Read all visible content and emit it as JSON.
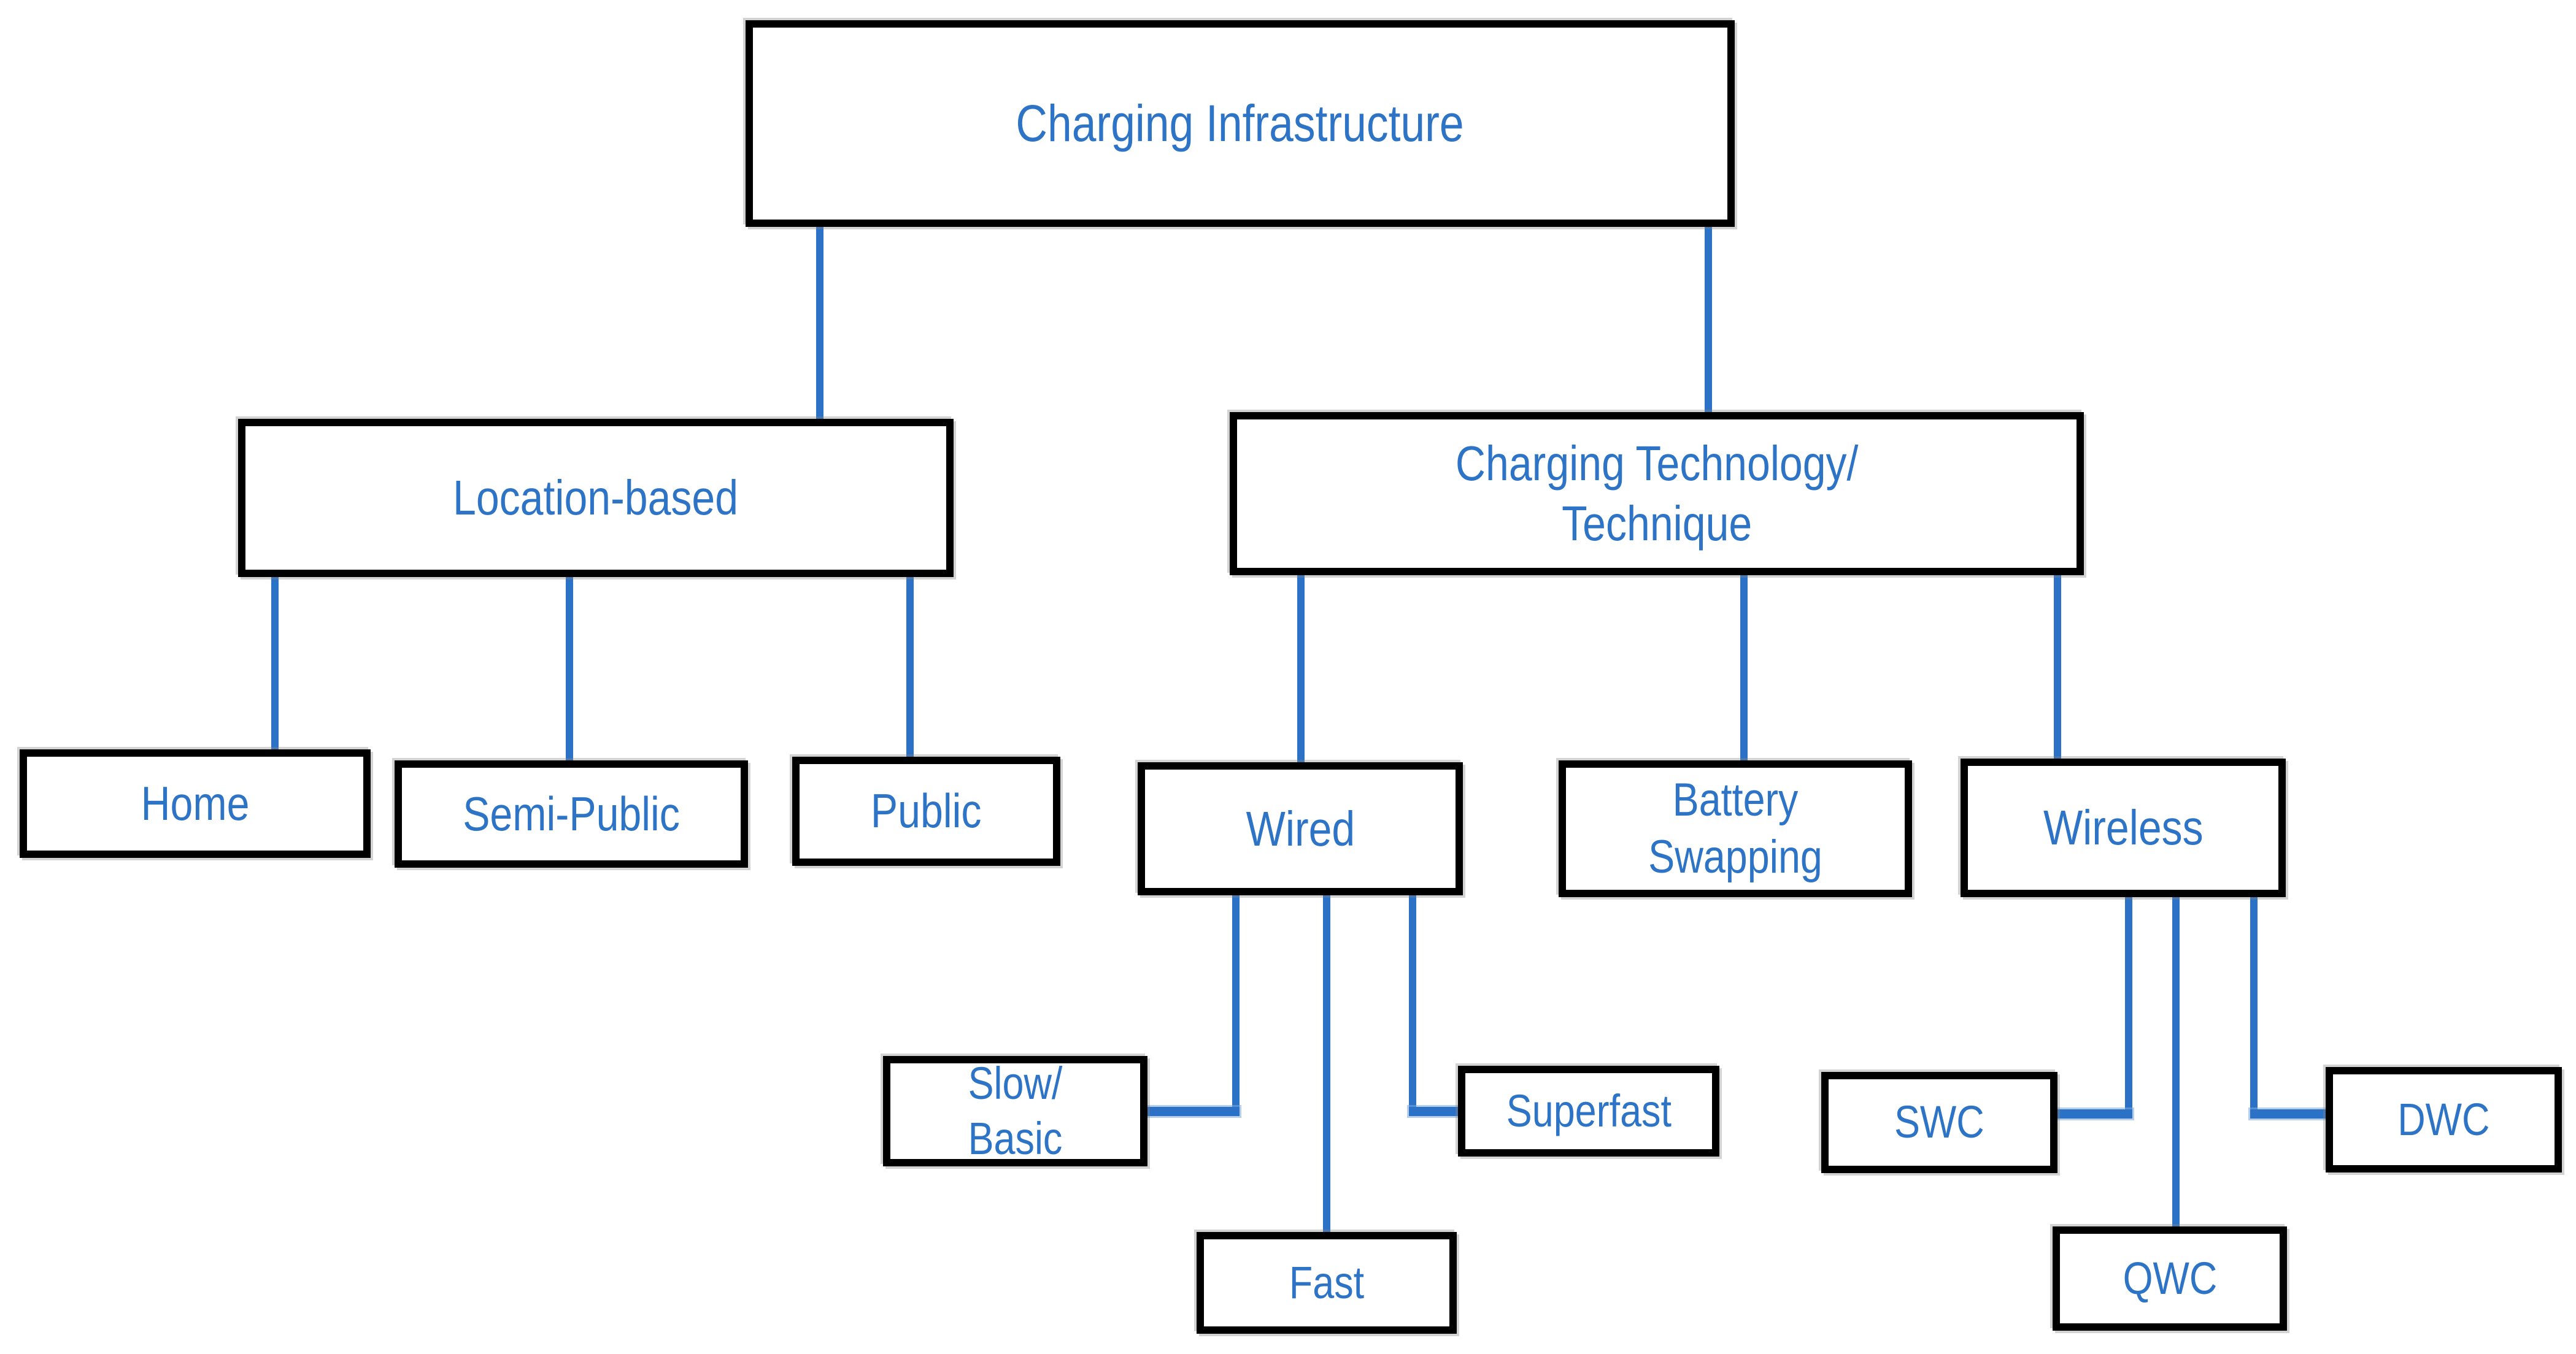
{
  "diagram": {
    "background": "#ffffff",
    "text_color": "#2E74C6",
    "line_color": "#2B72C6",
    "border_color": "#000000",
    "nodes": {
      "charging_infrastructure": {
        "label": "Charging Infrastructure"
      },
      "location_based": {
        "label": "Location-based"
      },
      "charging_technology": {
        "label": "Charging Technology/\nTechnique"
      },
      "home": {
        "label": "Home"
      },
      "semi_public": {
        "label": "Semi-Public"
      },
      "public": {
        "label": "Public"
      },
      "wired": {
        "label": "Wired"
      },
      "battery_swapping": {
        "label": "Battery Swapping"
      },
      "wireless": {
        "label": "Wireless"
      },
      "slow_basic": {
        "label": "Slow/\nBasic"
      },
      "fast": {
        "label": "Fast"
      },
      "superfast": {
        "label": "Superfast"
      },
      "swc": {
        "label": "SWC"
      },
      "qwc": {
        "label": "QWC"
      },
      "dwc": {
        "label": "DWC"
      }
    },
    "edges": [
      {
        "from": "charging_infrastructure",
        "to": "location_based",
        "style": "straight"
      },
      {
        "from": "charging_infrastructure",
        "to": "charging_technology",
        "style": "straight"
      },
      {
        "from": "location_based",
        "to": "home",
        "style": "straight"
      },
      {
        "from": "location_based",
        "to": "semi_public",
        "style": "straight"
      },
      {
        "from": "location_based",
        "to": "public",
        "style": "straight"
      },
      {
        "from": "charging_technology",
        "to": "wired",
        "style": "straight"
      },
      {
        "from": "charging_technology",
        "to": "battery_swapping",
        "style": "straight"
      },
      {
        "from": "charging_technology",
        "to": "wireless",
        "style": "straight"
      },
      {
        "from": "wired",
        "to": "slow_basic",
        "style": "elbow-left"
      },
      {
        "from": "wired",
        "to": "fast",
        "style": "straight"
      },
      {
        "from": "wired",
        "to": "superfast",
        "style": "elbow-right"
      },
      {
        "from": "wireless",
        "to": "swc",
        "style": "elbow-left"
      },
      {
        "from": "wireless",
        "to": "qwc",
        "style": "straight"
      },
      {
        "from": "wireless",
        "to": "dwc",
        "style": "elbow-right"
      }
    ]
  }
}
